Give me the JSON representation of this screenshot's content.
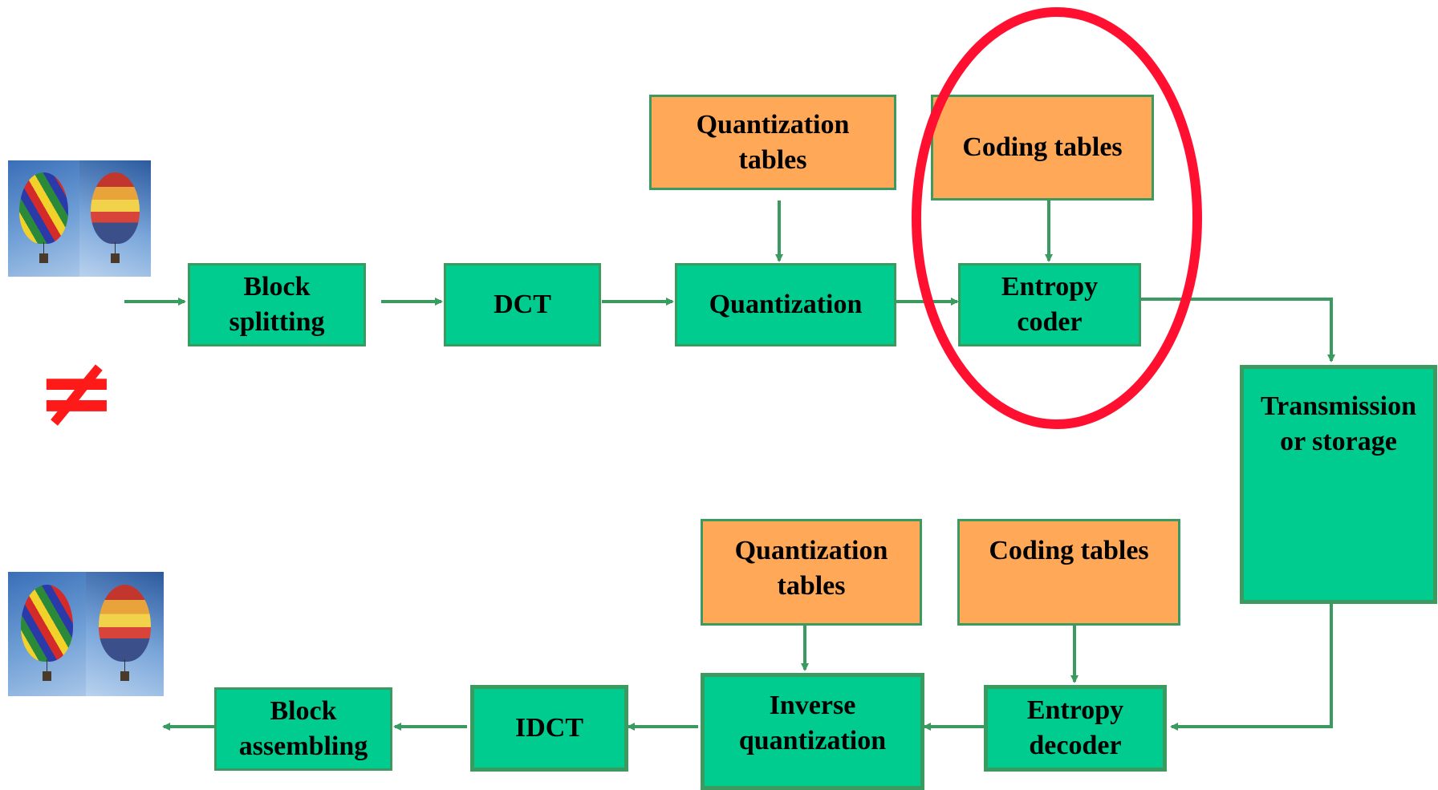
{
  "colors": {
    "process_box": "#00cc8f",
    "table_box": "#ffa857",
    "arrow": "#3a9a60",
    "highlight_ellipse": "#ff1030",
    "not_equal": "#ff1a1a"
  },
  "encoder": {
    "block_splitting": "Block\nsplitting",
    "dct": "DCT",
    "quantization": "Quantization",
    "entropy_coder": "Entropy\ncoder",
    "quantization_tables": "Quantization\ntables",
    "coding_tables": "Coding tables"
  },
  "channel": {
    "transmission": "Transmission\nor storage"
  },
  "decoder": {
    "entropy_decoder": "Entropy\ndecoder",
    "inverse_quantization": "Inverse\nquantization",
    "idct": "IDCT",
    "block_assembling": "Block\nassembling",
    "quantization_tables": "Quantization\ntables",
    "coding_tables": "Coding tables"
  },
  "symbols": {
    "not_equal": "≠"
  },
  "images": {
    "input_image_icon": "hot-air-balloons-image",
    "output_image_icon": "hot-air-balloons-image"
  }
}
